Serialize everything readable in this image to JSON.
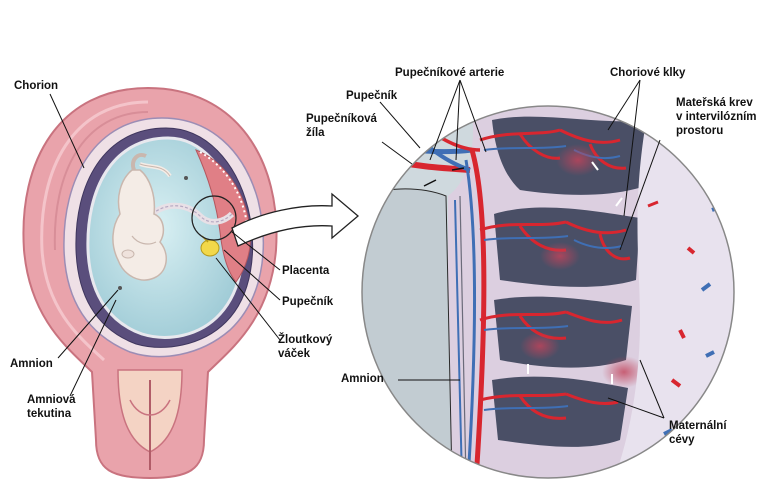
{
  "labels": {
    "chorion": "Chorion",
    "amnion_left": "Amnion",
    "amniotic_fluid_1": "Amniová",
    "amniotic_fluid_2": "tekutina",
    "placenta": "Placenta",
    "umbilical_cord_left": "Pupečník",
    "yolk_sac_1": "Žloutkový",
    "yolk_sac_2": "váček",
    "umbilical_arteries": "Pupečníkové arterie",
    "umbilical_cord_right": "Pupečník",
    "umbilical_vein_1": "Pupečníková",
    "umbilical_vein_2": "žíla",
    "chorionic_villi": "Choriové klky",
    "maternal_blood_1": "Mateřská krev",
    "maternal_blood_2": "v intervilózním",
    "maternal_blood_3": "prostoru",
    "amnion_right": "Amnion",
    "maternal_vessels_1": "Maternální",
    "maternal_vessels_2": "cévy"
  },
  "colors": {
    "uterus_wall": "#e9a3ab",
    "uterus_dark": "#c9737f",
    "chorion": "#7d6f9a",
    "amniotic_fluid": "#bfe0e6",
    "embryo": "#f4ece6",
    "placenta": "#d98e95",
    "yolk_sac": "#f2d84a",
    "artery_red": "#d8262f",
    "vein_blue": "#3f6fb5",
    "maternal_space": "#dcd0e2",
    "villus_dark": "#4a4f66"
  }
}
